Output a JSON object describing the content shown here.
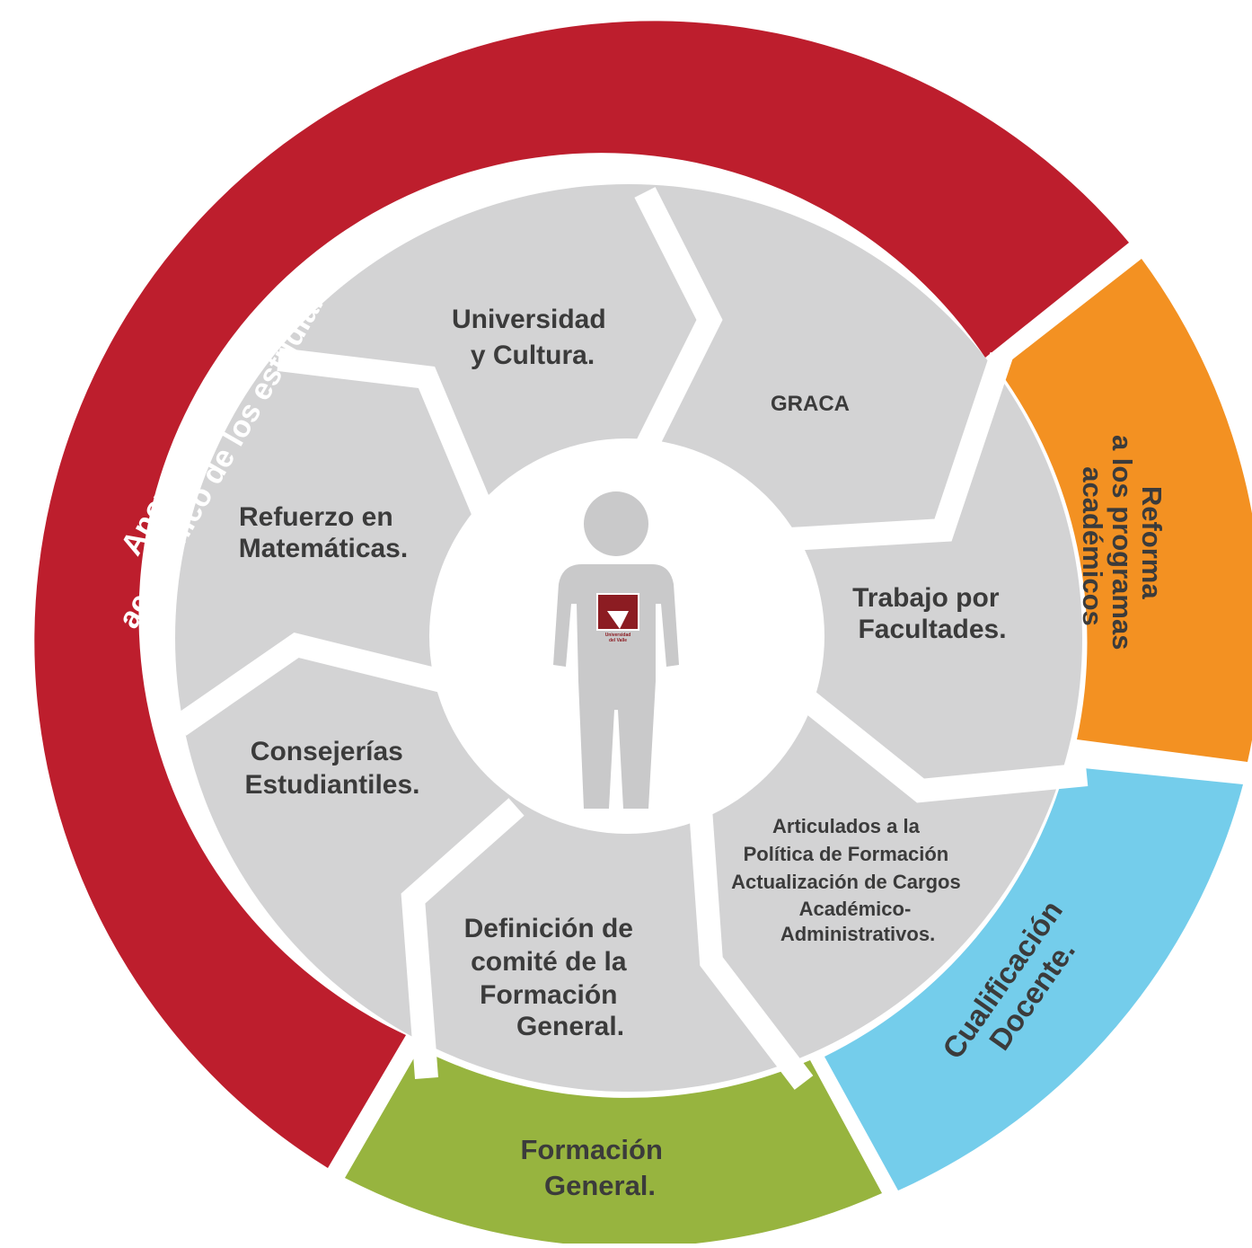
{
  "colors": {
    "red": "#BD1E2D",
    "orange": "#F39122",
    "blue": "#74CDEB",
    "green": "#97B43F",
    "gray": "#D3D3D4",
    "figure": "#C9C9CA",
    "logo": "#8C1C22",
    "text_dark": "#3B3B3B",
    "text_light": "#FFFFFF"
  },
  "outer_ring": [
    {
      "id": "apoyo",
      "lines": [
        "Apoyo a rendimiento",
        "académico de los estudiantes."
      ],
      "color": "red"
    },
    {
      "id": "reforma",
      "lines": [
        "Reforma",
        "a los programas",
        "académicos"
      ],
      "color": "orange"
    },
    {
      "id": "cualificacion",
      "lines": [
        "Cualificación",
        "Docente."
      ],
      "color": "blue"
    },
    {
      "id": "formacion",
      "lines": [
        "Formación",
        "General."
      ],
      "color": "green"
    }
  ],
  "segments": [
    {
      "id": "universidad",
      "lines": [
        "Universidad",
        "y Cultura."
      ]
    },
    {
      "id": "graca",
      "lines": [
        "GRACA"
      ]
    },
    {
      "id": "trabajo",
      "lines": [
        "Trabajo por",
        "Facultades."
      ]
    },
    {
      "id": "articulados",
      "lines": [
        "Articulados a la",
        "Política de Formación",
        "Actualización de Cargos",
        "Académico-",
        "Administrativos."
      ]
    },
    {
      "id": "definicion",
      "lines": [
        "Definición de",
        "comité de la",
        "Formación",
        "General."
      ]
    },
    {
      "id": "consejerias",
      "lines": [
        "Consejerías",
        "Estudiantiles."
      ]
    },
    {
      "id": "refuerzo",
      "lines": [
        "Refuerzo en",
        "Matemáticas."
      ]
    }
  ],
  "center": {
    "figure_icon": "person-icon",
    "logo_icon": "university-logo-icon",
    "logo_text": [
      "Universidad",
      "del Valle"
    ]
  }
}
